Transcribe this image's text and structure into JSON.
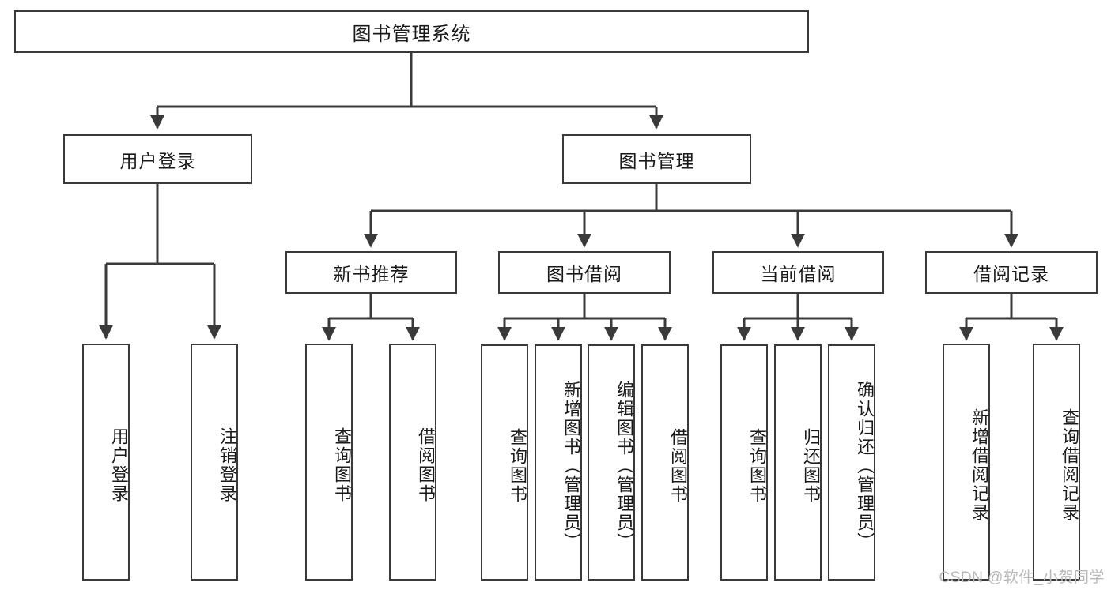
{
  "diagram": {
    "title": "图书管理系统",
    "type": "tree-hierarchy",
    "root": {
      "label": "图书管理系统"
    },
    "level2": [
      {
        "label": "用户登录"
      },
      {
        "label": "图书管理"
      }
    ],
    "level3": [
      {
        "label": "新书推荐"
      },
      {
        "label": "图书借阅"
      },
      {
        "label": "当前借阅"
      },
      {
        "label": "借阅记录"
      }
    ],
    "leaves": {
      "user_login": [
        {
          "label": "用户登录"
        },
        {
          "label": "注销登录"
        }
      ],
      "new_book_recommend": [
        {
          "label": "查询图书"
        },
        {
          "label": "借阅图书"
        }
      ],
      "book_borrow": [
        {
          "label": "查询图书"
        },
        {
          "label": "新增图书（管理员）"
        },
        {
          "label": "编辑图书（管理员）"
        },
        {
          "label": "借阅图书"
        }
      ],
      "current_borrow": [
        {
          "label": "查询图书"
        },
        {
          "label": "归还图书"
        },
        {
          "label": "确认归还（管理员）"
        }
      ],
      "borrow_record": [
        {
          "label": "新增借阅记录"
        },
        {
          "label": "查询借阅记录"
        }
      ]
    }
  },
  "watermark": {
    "text": "CSDN @软件_小贺同学"
  },
  "colors": {
    "border": "#3a3a3a",
    "background": "#ffffff",
    "text": "#1a1a1a",
    "watermark": "#b9b9b9"
  }
}
